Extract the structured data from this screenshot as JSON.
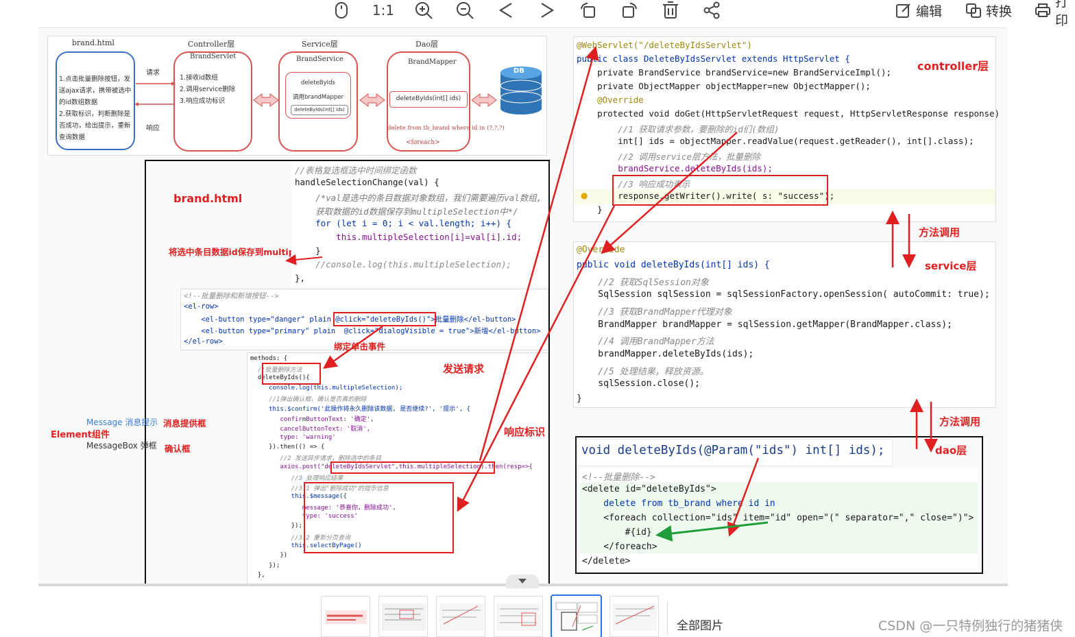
{
  "toolbar": {
    "icons": [
      "mouse-icon",
      "one-to-one-icon",
      "zoom-in-icon",
      "zoom-out-icon",
      "prev-icon",
      "next-icon",
      "rotate-left-icon",
      "rotate-right-icon",
      "delete-icon",
      "share-icon"
    ],
    "one_to_one": "1:1",
    "edit_label": "编辑",
    "convert_label": "转换",
    "print_label": "打印"
  },
  "diagram": {
    "col1_title": "brand.html",
    "col2_title": "Controller层",
    "col3_title": "Service层",
    "col4_title": "Dao层",
    "col1_lines": [
      "1.点击批量删除按钮，发",
      "送ajax请求，携带被选中",
      "的id数组数据",
      "2.获取标识，判断删除是",
      "否成功，给出提示，重新",
      "查询数据"
    ],
    "request": "请求",
    "response": "响应",
    "brand_servlet": "BrandServlet",
    "servlet_lines": [
      "1.接收id数组",
      "2.调用service删除",
      "3.响应成功标识"
    ],
    "brand_service": "BrandService",
    "service_inner": [
      "deleteByIds",
      "调用brandMapper",
      "deleteByIds(int[] ids)"
    ],
    "brand_mapper": "BrandMapper",
    "mapper_method": "deleteByIds(int[] ids)",
    "sql": "delete from tb_brand where id in (?,?,?)",
    "foreach": "<foreach>",
    "db": "DB"
  },
  "labels": {
    "brand_html": "brand.html",
    "save_ids": "将选中条目数据id保存到multipleSelection数组中",
    "bind_click": "绑定单击事件",
    "send_request": "发送请求",
    "response_flag": "响应标识",
    "element_group": "Element组件",
    "message_tip": "Message 消息提示",
    "messagebox": "MessageBox 弹框",
    "msg_prompt": "消息提供框",
    "confirm_box": "确认框",
    "controller": "controller层",
    "service": "service层",
    "dao": "dao层",
    "method_call_1": "方法调用",
    "method_call_2": "方法调用"
  },
  "code": {
    "vue_selection": [
      "//表格复选框选中时间绑定函数",
      "handleSelectionChange(val) {",
      "    /*val是选中的条目数据对象数组，我们需要遍历val数组,",
      "    获取数据的id数据保存到multipleSelection中*/",
      "    for (let i = 0; i < val.length; i++) {",
      "        this.multipleSelection[i]=val[i].id;",
      "    }",
      "    //console.log(this.multipleSelection);",
      "},"
    ],
    "vue_buttons": [
      "<!--批量删除和新增按钮-->",
      "<el-row>",
      "    <el-button type=\"danger\" plain @click=\"deleteByIds()\">批量删除</el-button>",
      "    <el-button type=\"primary\" plain  @click=\"dialogVisible = true\">新增</el-button>",
      "</el-row>"
    ],
    "vue_methods": [
      "methods: {",
      "  //批量删除方法",
      "  deleteByIds(){",
      "     console.log(this.multipleSelection);",
      "     //1弹出确认框，确认是否真的删除",
      "     this.$confirm('此操作将永久删除该数据, 是否继续?', '提示', {",
      "        confirmButtonText: '确定',",
      "        cancelButtonText: '取消',",
      "        type: 'warning'",
      "     }).then(() => {",
      "        //2 发送异步请求，删除选中的条目",
      "        axios.post(\"deleteByIdsServlet\",this.multipleSelection).then(resp=>{",
      "           //3 处理响应结果",
      "           //3.1 弹出\"删除成功\"的提示信息",
      "           this.$message({",
      "              message: '恭喜你，删除成功',",
      "              type: 'success'",
      "           });",
      "           //3.2 重新分页查询",
      "           this.selectByPage()",
      "        })",
      "     });",
      "  },"
    ],
    "servlet": [
      "@WebServlet(\"/deleteByIdsServlet\")",
      "public class DeleteByIdsServlet extends HttpServlet {",
      "    private BrandService brandService=new BrandServiceImpl();",
      "    private ObjectMapper objectMapper=new ObjectMapper();",
      "    @Override",
      "    protected void doGet(HttpServletRequest request, HttpServletResponse response)",
      "        //1 获取请求参数，要删除的id们(数组)",
      "        int[] ids = objectMapper.readValue(request.getReader(), int[].class);",
      "        //2 调用service层方法，批量删除",
      "        brandService.deleteByIds(ids);",
      "        //3 响应成功表示",
      "        response.getWriter().write( s: \"success\");",
      "    }"
    ],
    "service": [
      "@Override",
      "public void deleteByIds(int[] ids) {",
      "    //2 获取SqlSession对象",
      "    SqlSession sqlSession = sqlSessionFactory.openSession( autoCommit: true);",
      "    //3 获取BrandMapper代理对象",
      "    BrandMapper brandMapper = sqlSession.getMapper(BrandMapper.class);",
      "    //4 调用BrandMapper方法",
      "    brandMapper.deleteByIds(ids);",
      "    //5 处理结果，释放资源。",
      "    sqlSession.close();",
      "}"
    ],
    "dao_sig": "void deleteByIds(@Param(\"ids\") int[] ids);",
    "dao_xml": [
      "<!--批量删除-->",
      "<delete id=\"deleteByIds\">",
      "    delete from tb_brand where id in",
      "    <foreach collection=\"ids\" item=\"id\" open=\"(\" separator=\",\" close=\")\">",
      "        #{id}",
      "    </foreach>",
      "</delete>"
    ]
  },
  "thumbnails": {
    "count": 6,
    "active_index": 4
  },
  "footer": {
    "all_images": "全部图片",
    "watermark": "CSDN @一只特例独行的猪猪侠"
  },
  "colors": {
    "red": "#e02020",
    "green": "#1f9d3a",
    "accent_blue": "#2f6fe6"
  }
}
